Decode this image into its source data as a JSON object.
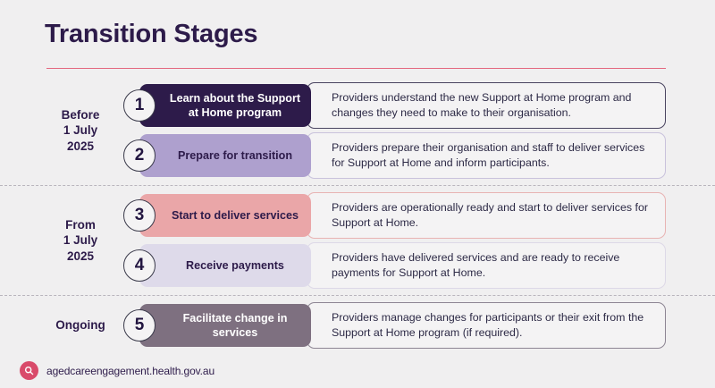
{
  "header": {
    "title": "Transition Stages",
    "rule_color": "#e4677f"
  },
  "groups": [
    {
      "period_label": "Before\n1 July\n2025",
      "period_lines": [
        "Before",
        "1 July",
        "2025"
      ],
      "stages": [
        {
          "number": "1",
          "pill_label": "Learn about the Support at Home program",
          "description": "Providers understand the new Support at Home program and changes they need to make to their organisation.",
          "pill_bg": "#2d1b4a",
          "pill_text_color": "#ffffff",
          "card_border": "#4a4460"
        },
        {
          "number": "2",
          "pill_label": "Prepare for transition",
          "description": "Providers prepare their organisation and staff to deliver services for Support at Home and inform participants.",
          "pill_bg": "#aea0ce",
          "pill_text_color": "#2d1b4a",
          "card_border": "#c9c2dc"
        }
      ]
    },
    {
      "period_label": "From\n1 July\n2025",
      "period_lines": [
        "From",
        "1 July",
        "2025"
      ],
      "stages": [
        {
          "number": "3",
          "pill_label": "Start to deliver services",
          "description": "Providers are operationally ready and start to deliver services for Support at Home.",
          "pill_bg": "#eaa6a8",
          "pill_text_color": "#2d1b4a",
          "card_border": "#e8b3b3"
        },
        {
          "number": "4",
          "pill_label": "Receive payments",
          "description": "Providers have delivered services and are ready to receive payments for Support at Home.",
          "pill_bg": "#dedaea",
          "pill_text_color": "#2d1b4a",
          "card_border": "#ddd8e7"
        }
      ]
    },
    {
      "period_label": "Ongoing",
      "period_lines": [
        "Ongoing"
      ],
      "stages": [
        {
          "number": "5",
          "pill_label": "Facilitate change in services",
          "description": "Providers manage changes for participants or their exit from the Support at Home program (if required).",
          "pill_bg": "#7e7080",
          "pill_text_color": "#ffffff",
          "card_border": "#8d8593"
        }
      ]
    }
  ],
  "footer": {
    "url": "agedcareengagement.health.gov.au",
    "logo_icon": "search-circle-icon",
    "logo_color": "#d94a6a"
  }
}
